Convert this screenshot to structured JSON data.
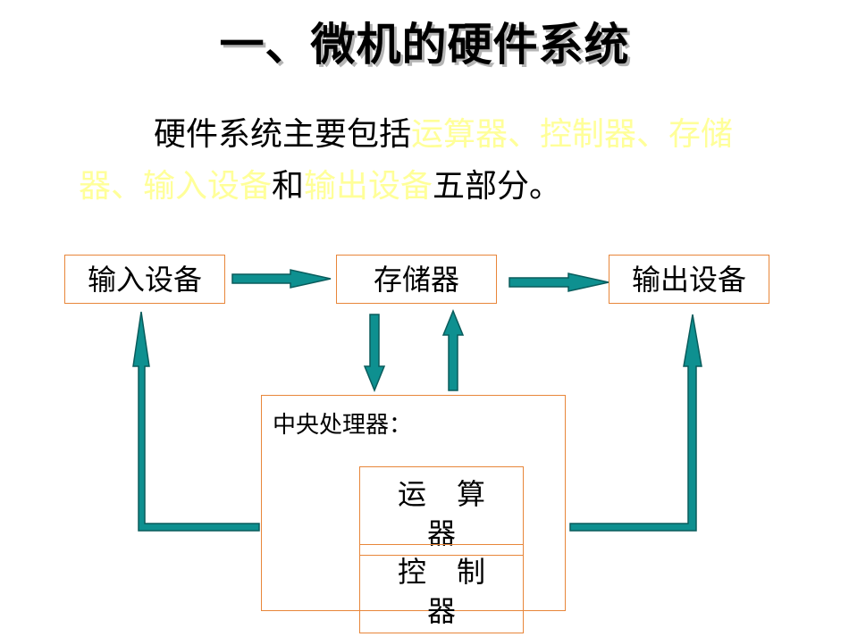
{
  "slide": {
    "title": "一、微机的硬件系统",
    "intro": {
      "before": "硬件系统主要包括",
      "hl1": "运算器、控制器、存储器、输入设备",
      "mid": "和",
      "hl2": "输出设备",
      "after": "五部分。"
    }
  },
  "diagram": {
    "input_device": "输入设备",
    "memory": "存储器",
    "output_device": "输出设备",
    "cpu_label": "中央处理器：",
    "alu": {
      "line1": "运算",
      "line2": "器"
    },
    "control_unit": {
      "line1": "控制",
      "line2": "器"
    }
  },
  "colors": {
    "highlight": "#ffff99",
    "arrow_fill": "#0e9090",
    "box_border": "#e8863a"
  }
}
